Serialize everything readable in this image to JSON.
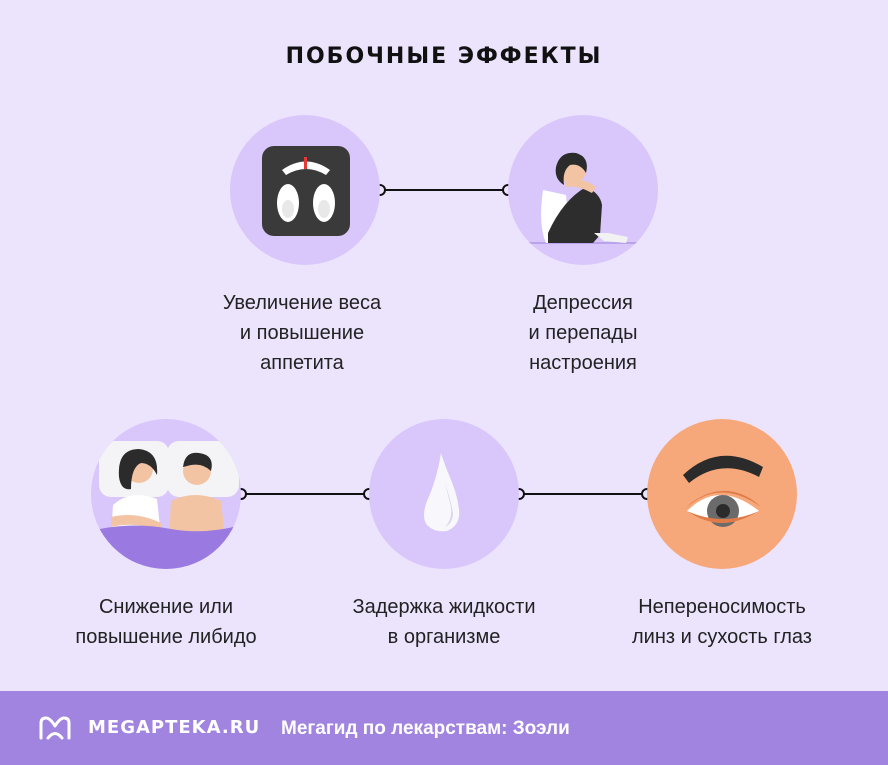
{
  "title": "ПОБОЧНЫЕ ЭФФЕКТЫ",
  "effects": [
    {
      "icon": "scale-icon",
      "label": "Увеличение веса\nи повышение\nаппетита"
    },
    {
      "icon": "depressed-person-icon",
      "label": "Депрессия\nи перепады\nнастроения"
    },
    {
      "icon": "couple-in-bed-icon",
      "label": "Снижение или\nповышение либидо"
    },
    {
      "icon": "water-drop-icon",
      "label": "Задержка жидкости\nв организме"
    },
    {
      "icon": "eye-icon",
      "label": "Непереносимость\nлинз и сухость глаз"
    }
  ],
  "footer": {
    "brand": "MEGAPTEKA.RU",
    "tagline": "Мегагид по лекарствам: Зоэли"
  },
  "colors": {
    "background": "#ece3fd",
    "circle": "#d9c7fb",
    "footer": "#a183e0",
    "eye_circle": "#f7a87a"
  }
}
